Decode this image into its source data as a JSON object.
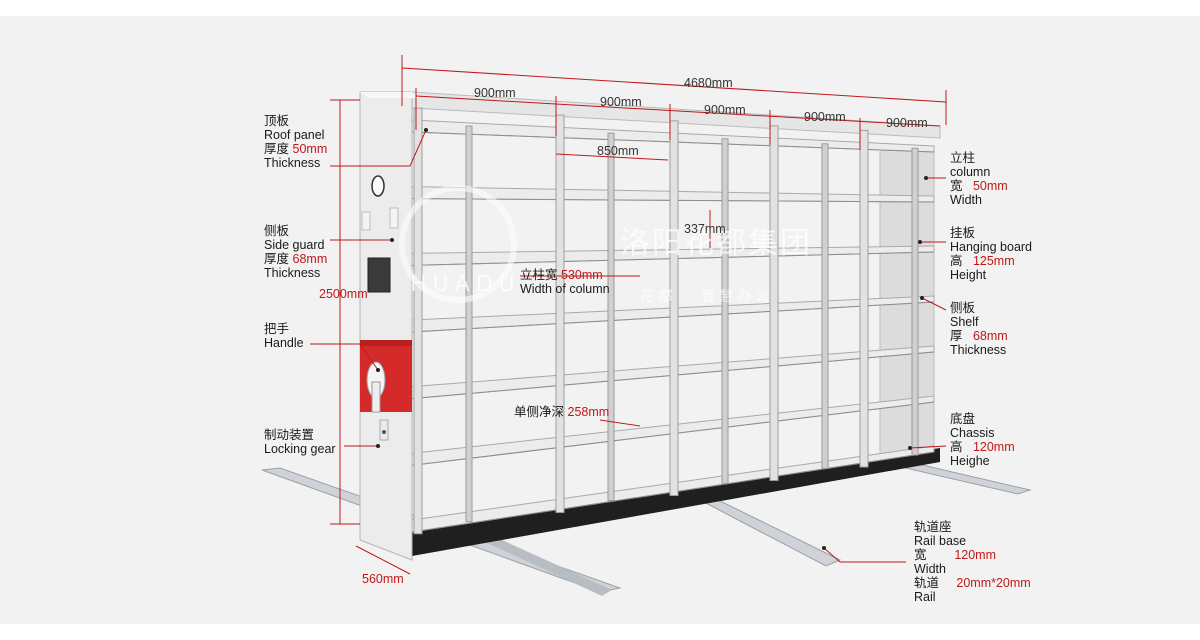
{
  "dimensions": {
    "total_width": "4680mm",
    "bay_widths": [
      "900mm",
      "900mm",
      "900mm",
      "900mm",
      "900mm"
    ],
    "inner_width": "850mm",
    "height": "2500mm",
    "depth": "560mm",
    "shelf_gap": "337mm",
    "column_width_label_cn": "立柱宽",
    "column_width_value": "530mm",
    "column_width_label_en": "Width of column",
    "single_depth_label_cn": "单侧净深",
    "single_depth_value": "258mm"
  },
  "left_labels": {
    "roof_panel": {
      "cn": "顶板",
      "en": "Roof panel",
      "spec_cn": "厚度",
      "spec_value": "50mm",
      "spec_en": "Thickness"
    },
    "side_guard": {
      "cn": "侧板",
      "en": "Side guard",
      "spec_cn": "厚度",
      "spec_value": "68mm",
      "spec_en": "Thickness"
    },
    "handle": {
      "cn": "把手",
      "en": "Handle"
    },
    "locking_gear": {
      "cn": "制动装置",
      "en": "Locking gear"
    }
  },
  "right_labels": {
    "column": {
      "cn": "立柱",
      "en": "column",
      "spec_cn": "宽",
      "spec_value": "50mm",
      "spec_en": "Width"
    },
    "hanging_board": {
      "cn": "挂板",
      "en": "Hanging board",
      "spec_cn": "高",
      "spec_value": "125mm",
      "spec_en": "Height"
    },
    "shelf": {
      "cn": "侧板",
      "en": "Shelf",
      "spec_cn": "厚",
      "spec_value": "68mm",
      "spec_en": "Thickness"
    },
    "chassis": {
      "cn": "底盘",
      "en": "Chassis",
      "spec_cn": "高",
      "spec_value": "120mm",
      "spec_en": "Heighe"
    },
    "rail_base": {
      "cn": "轨道座",
      "en": "Rail base",
      "spec_cn": "宽",
      "spec_value": "120mm",
      "spec_en": "Width",
      "rail_cn": "轨道",
      "rail_value": "20mm*20mm",
      "rail_en": "Rail"
    }
  },
  "watermark": {
    "cn": "洛阳花都集团",
    "en": "HUADU",
    "sub": "花都 · 智慧办公"
  },
  "colors": {
    "accent_red": "#c01818",
    "panel_red": "#d42a2a",
    "frame": "#e8e8e8",
    "base": "#222222"
  }
}
